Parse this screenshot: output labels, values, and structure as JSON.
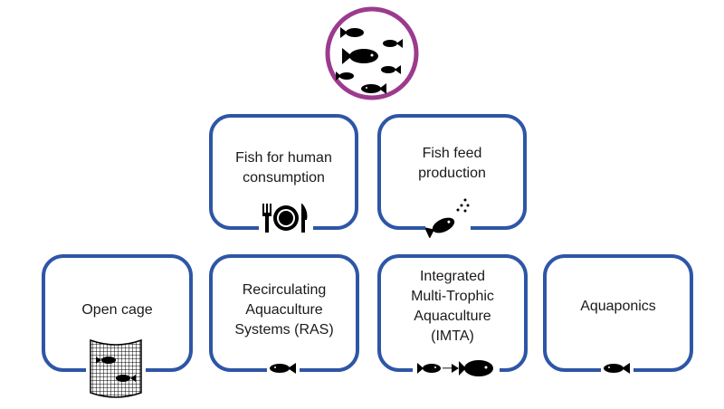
{
  "colors": {
    "box_border": "#2E56A6",
    "hub_ring": "#9C3B8E",
    "icon": "#000000"
  },
  "hub": {
    "icon": "fish-school-icon"
  },
  "top_row": [
    {
      "id": "human-consumption",
      "label": "Fish for human\nconsumption",
      "icon": "plate-cutlery-icon"
    },
    {
      "id": "feed-production",
      "label": "Fish feed\nproduction",
      "icon": "fish-feeding-icon"
    }
  ],
  "bottom_row": [
    {
      "id": "open-cage",
      "label": "Open cage",
      "icon": "net-cage-icon"
    },
    {
      "id": "ras",
      "label": "Recirculating\nAquaculture\nSystems (RAS)",
      "icon": "fish-icon"
    },
    {
      "id": "imta",
      "label": "Integrated\nMulti-Trophic\nAquaculture\n(IMTA)",
      "icon": "fish-to-fish-icon"
    },
    {
      "id": "aquaponics",
      "label": "Aquaponics",
      "icon": "fish-icon"
    }
  ]
}
